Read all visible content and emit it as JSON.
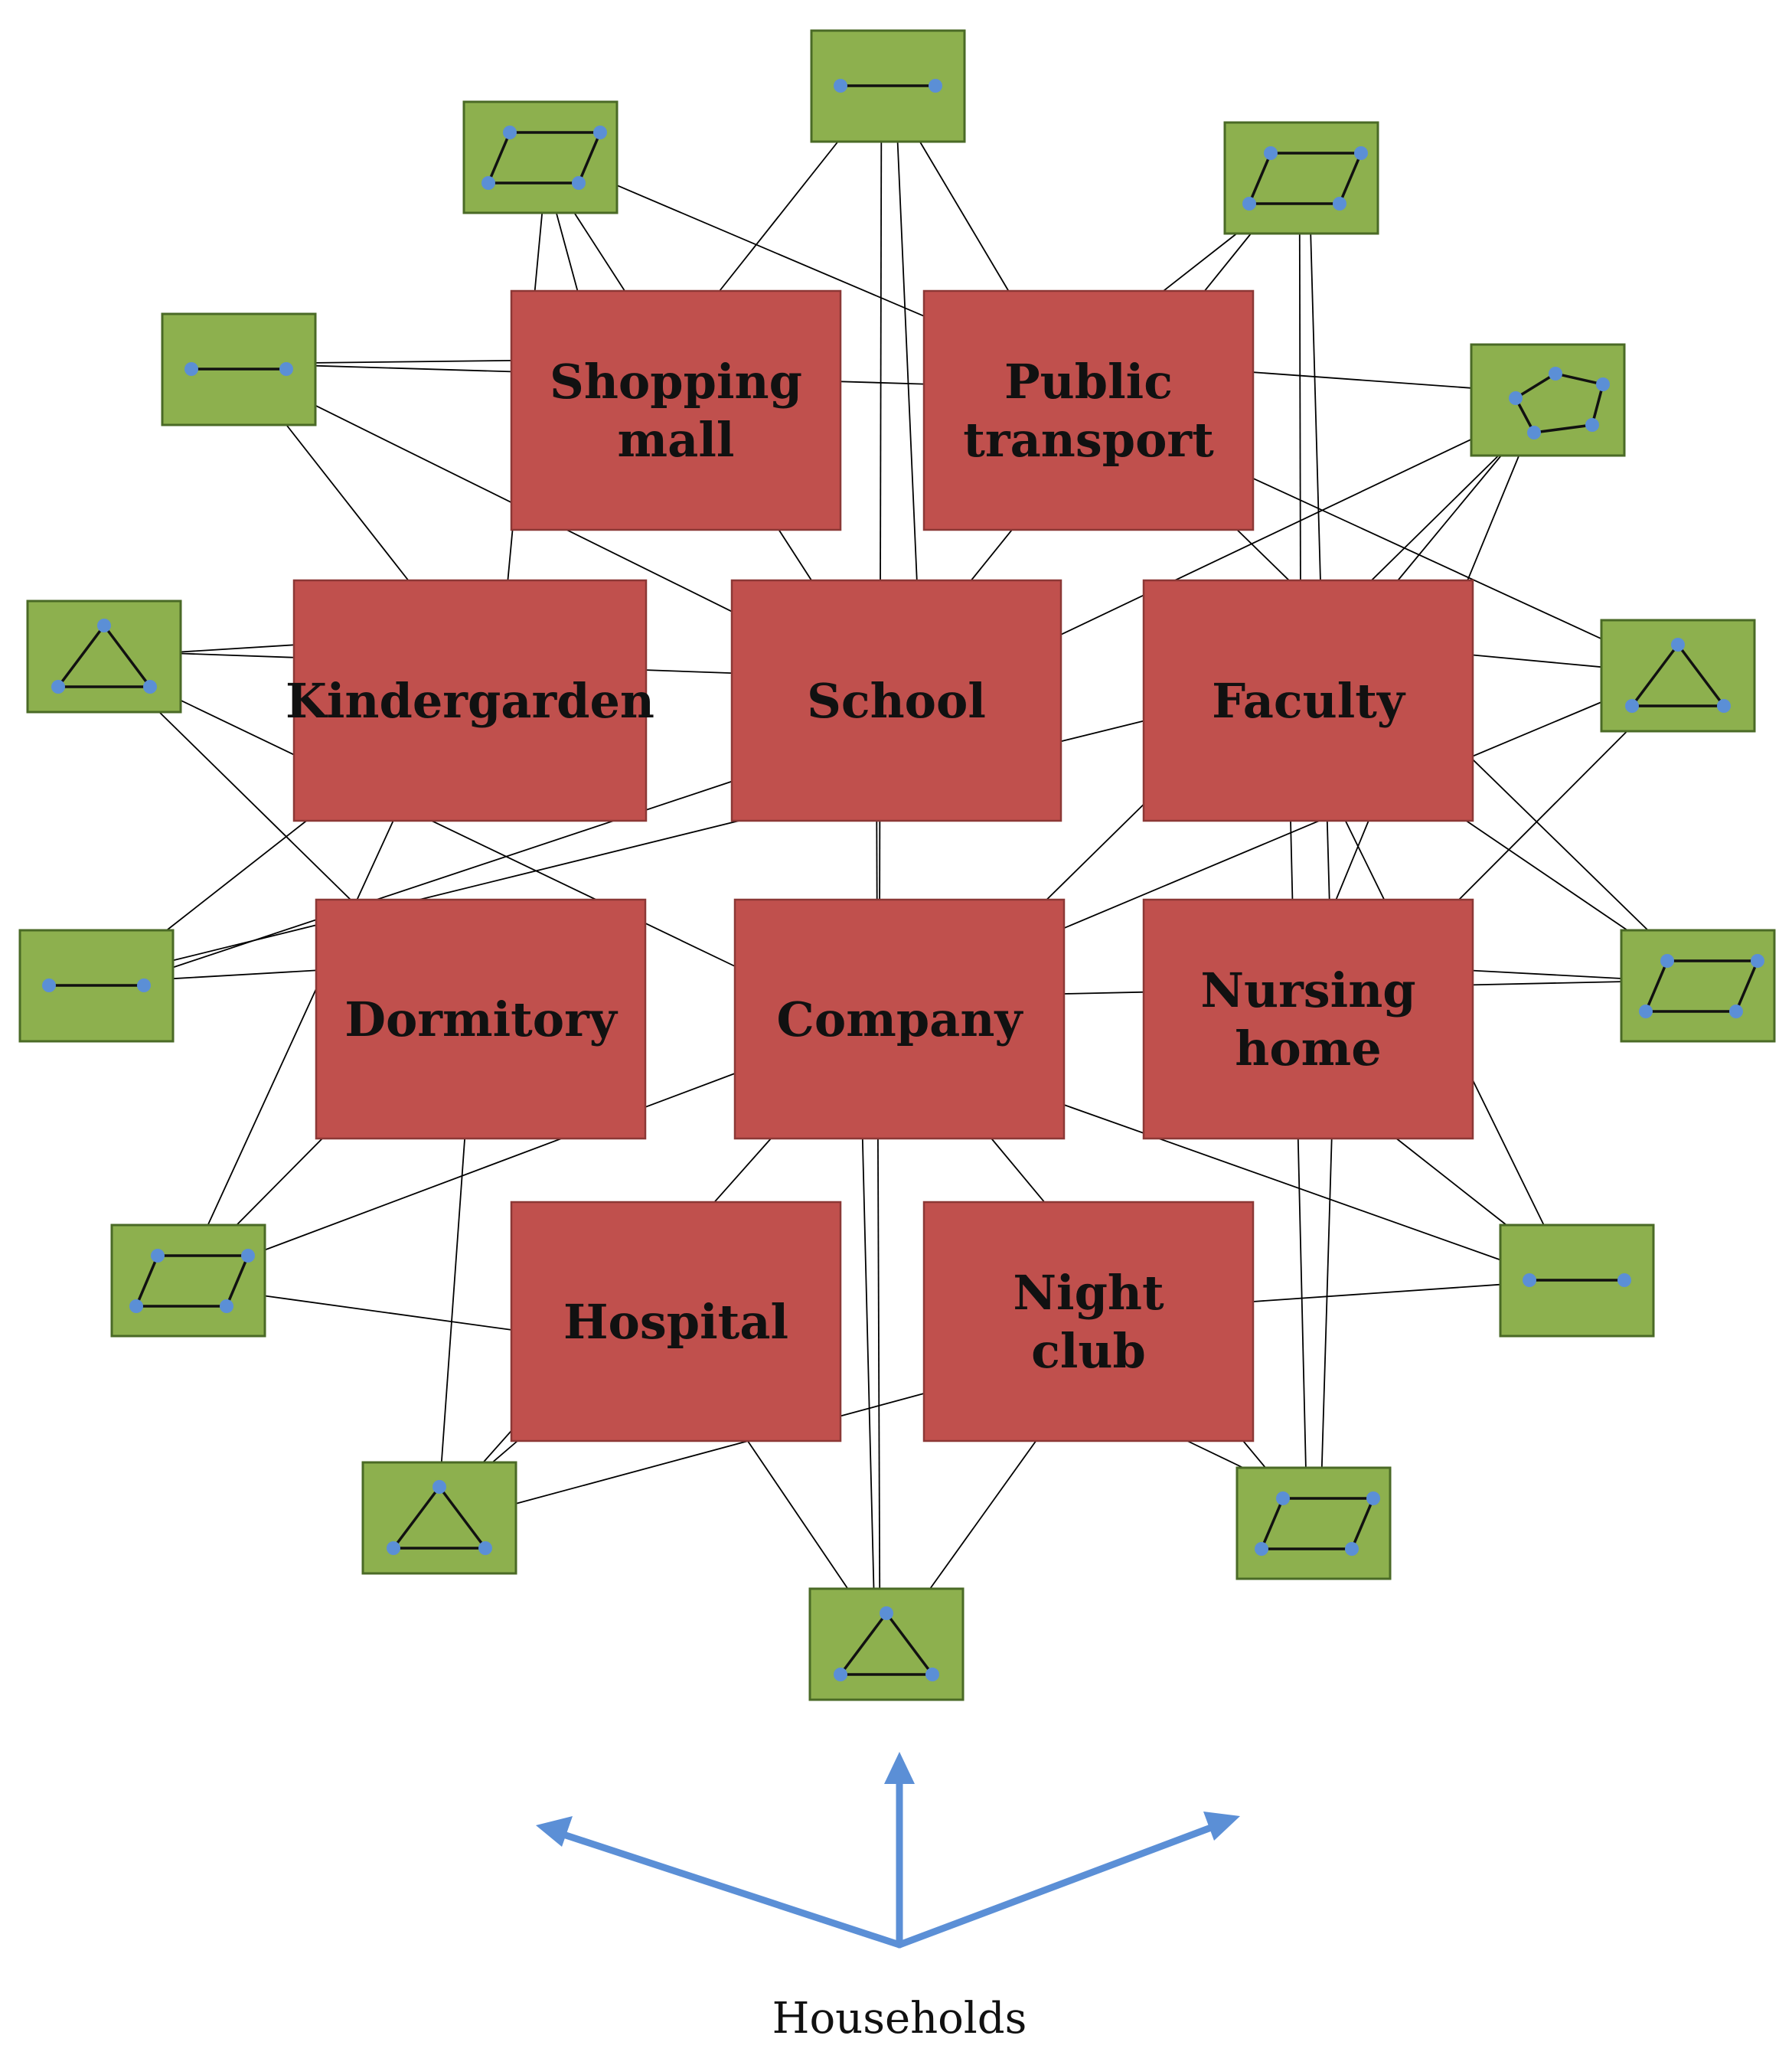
{
  "venues": [
    {
      "id": "mall",
      "lines": [
        "Shopping",
        "mall"
      ]
    },
    {
      "id": "transport",
      "lines": [
        "Public",
        "transport"
      ]
    },
    {
      "id": "kindergarden",
      "lines": [
        "Kindergarden"
      ]
    },
    {
      "id": "school",
      "lines": [
        "School"
      ]
    },
    {
      "id": "faculty",
      "lines": [
        "Faculty"
      ]
    },
    {
      "id": "dormitory",
      "lines": [
        "Dormitory"
      ]
    },
    {
      "id": "company",
      "lines": [
        "Company"
      ]
    },
    {
      "id": "nursing",
      "lines": [
        "Nursing",
        "home"
      ]
    },
    {
      "id": "hospital",
      "lines": [
        "Hospital"
      ]
    },
    {
      "id": "nightclub",
      "lines": [
        "Night",
        "club"
      ]
    }
  ],
  "households": [
    {
      "id": "h1",
      "shape": "pair",
      "members": 2
    },
    {
      "id": "h2",
      "shape": "parallelogram",
      "members": 4
    },
    {
      "id": "h3",
      "shape": "parallelogram",
      "members": 4
    },
    {
      "id": "h4",
      "shape": "pair",
      "members": 2
    },
    {
      "id": "h5",
      "shape": "pentagon",
      "members": 5
    },
    {
      "id": "h6",
      "shape": "triangle",
      "members": 3
    },
    {
      "id": "h7",
      "shape": "triangle",
      "members": 3
    },
    {
      "id": "h8",
      "shape": "pair",
      "members": 2
    },
    {
      "id": "h9",
      "shape": "parallelogram",
      "members": 4
    },
    {
      "id": "h10",
      "shape": "parallelogram",
      "members": 4
    },
    {
      "id": "h11",
      "shape": "pair",
      "members": 2
    },
    {
      "id": "h12",
      "shape": "triangle",
      "members": 3
    },
    {
      "id": "h13",
      "shape": "parallelogram",
      "members": 4
    },
    {
      "id": "h14",
      "shape": "triangle",
      "members": 3
    }
  ],
  "colors": {
    "venue_fill": "#c0504d",
    "household_fill": "#8db04e",
    "member_node": "#5b8fd6",
    "arrow": "#5b8fd6"
  },
  "caption": "Households"
}
